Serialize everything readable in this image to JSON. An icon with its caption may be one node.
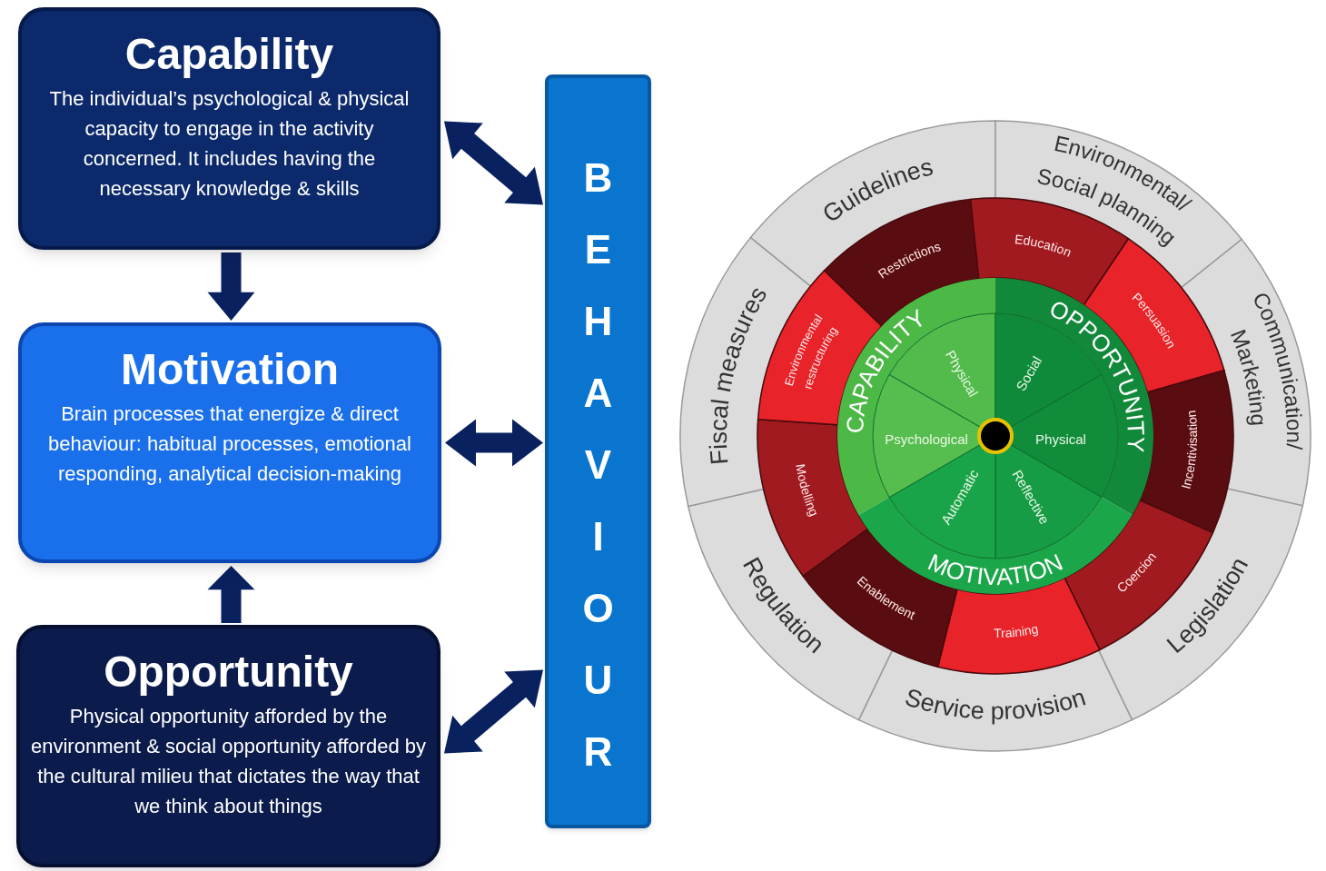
{
  "diagram": {
    "nodes": [
      {
        "text": [
          "Capability",
          "The individual’s psychological & physical capacity to engage in the activity concerned. It includes having the necessary knowledge & skills"
        ]
      },
      {
        "text": [
          "Motivation",
          "Brain processes that energize & direct behaviour: habitual processes, emotional responding, analytical decision-making"
        ]
      },
      {
        "text": [
          "Opportunity",
          "Physical opportunity afforded by the environment & social opportunity afforded by the cultural milieu that dictates the way that we think about things"
        ]
      },
      {
        "text": [
          "BEHAVIOUR"
        ]
      },
      {
        "text": [
          "Guidelines"
        ]
      },
      {
        "text": [
          "Environmental/ Social planning"
        ]
      },
      {
        "text": [
          "Communication/ Marketing"
        ]
      },
      {
        "text": [
          "Legislation"
        ]
      },
      {
        "text": [
          "Service provision"
        ]
      },
      {
        "text": [
          "Regulation"
        ]
      },
      {
        "text": [
          "Fiscal measures"
        ]
      },
      {
        "text": [
          "Restrictions"
        ]
      },
      {
        "text": [
          "Education"
        ]
      },
      {
        "text": [
          "Persuasion"
        ]
      },
      {
        "text": [
          "Incentivisation"
        ]
      },
      {
        "text": [
          "Coercion"
        ]
      },
      {
        "text": [
          "Training"
        ]
      },
      {
        "text": [
          "Enablement"
        ]
      },
      {
        "text": [
          "Modelling"
        ]
      },
      {
        "text": [
          "Environmental restructuring"
        ]
      }
    ],
    "edges": [
      {
        "from": 0,
        "to": 1,
        "arrow": "to"
      },
      {
        "from": 2,
        "to": 1,
        "arrow": "to"
      },
      {
        "from": 0,
        "to": 3,
        "arrow": "both"
      },
      {
        "from": 1,
        "to": 3,
        "arrow": "both"
      },
      {
        "from": 2,
        "to": 3,
        "arrow": "both"
      }
    ],
    "labels": [
      "CAPABILITY",
      "OPPORTUNITY",
      "MOTIVATION",
      "Physical",
      "Social",
      "Physical",
      "Reflective",
      "Automatic",
      "Psychological"
    ]
  }
}
